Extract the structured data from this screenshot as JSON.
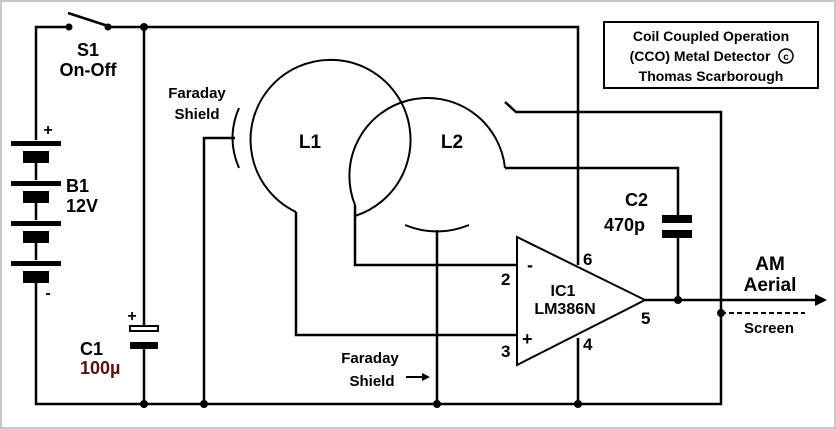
{
  "title": {
    "line1": "Coil Coupled Operation",
    "line2": "(CCO) Metal Detector",
    "copyright": "c",
    "line3": "Thomas Scarborough"
  },
  "switch": {
    "ref": "S1",
    "label": "On-Off"
  },
  "battery": {
    "ref": "B1",
    "value": "12V",
    "plus": "+",
    "minus": "-"
  },
  "c1": {
    "ref": "C1",
    "value": "100µ",
    "plus": "+"
  },
  "c2": {
    "ref": "C2",
    "value": "470p"
  },
  "coils": {
    "l1": "L1",
    "l2": "L2"
  },
  "shield_top": {
    "line1": "Faraday",
    "line2": "Shield"
  },
  "shield_bottom": {
    "line1": "Faraday",
    "line2": "Shield"
  },
  "ic": {
    "ref": "IC1",
    "part": "LM386N",
    "inv": "-",
    "noninv": "+",
    "pin2": "2",
    "pin3": "3",
    "pin4": "4",
    "pin5": "5",
    "pin6": "6"
  },
  "output": {
    "line1": "AM",
    "line2": "Aerial",
    "screen": "Screen"
  }
}
